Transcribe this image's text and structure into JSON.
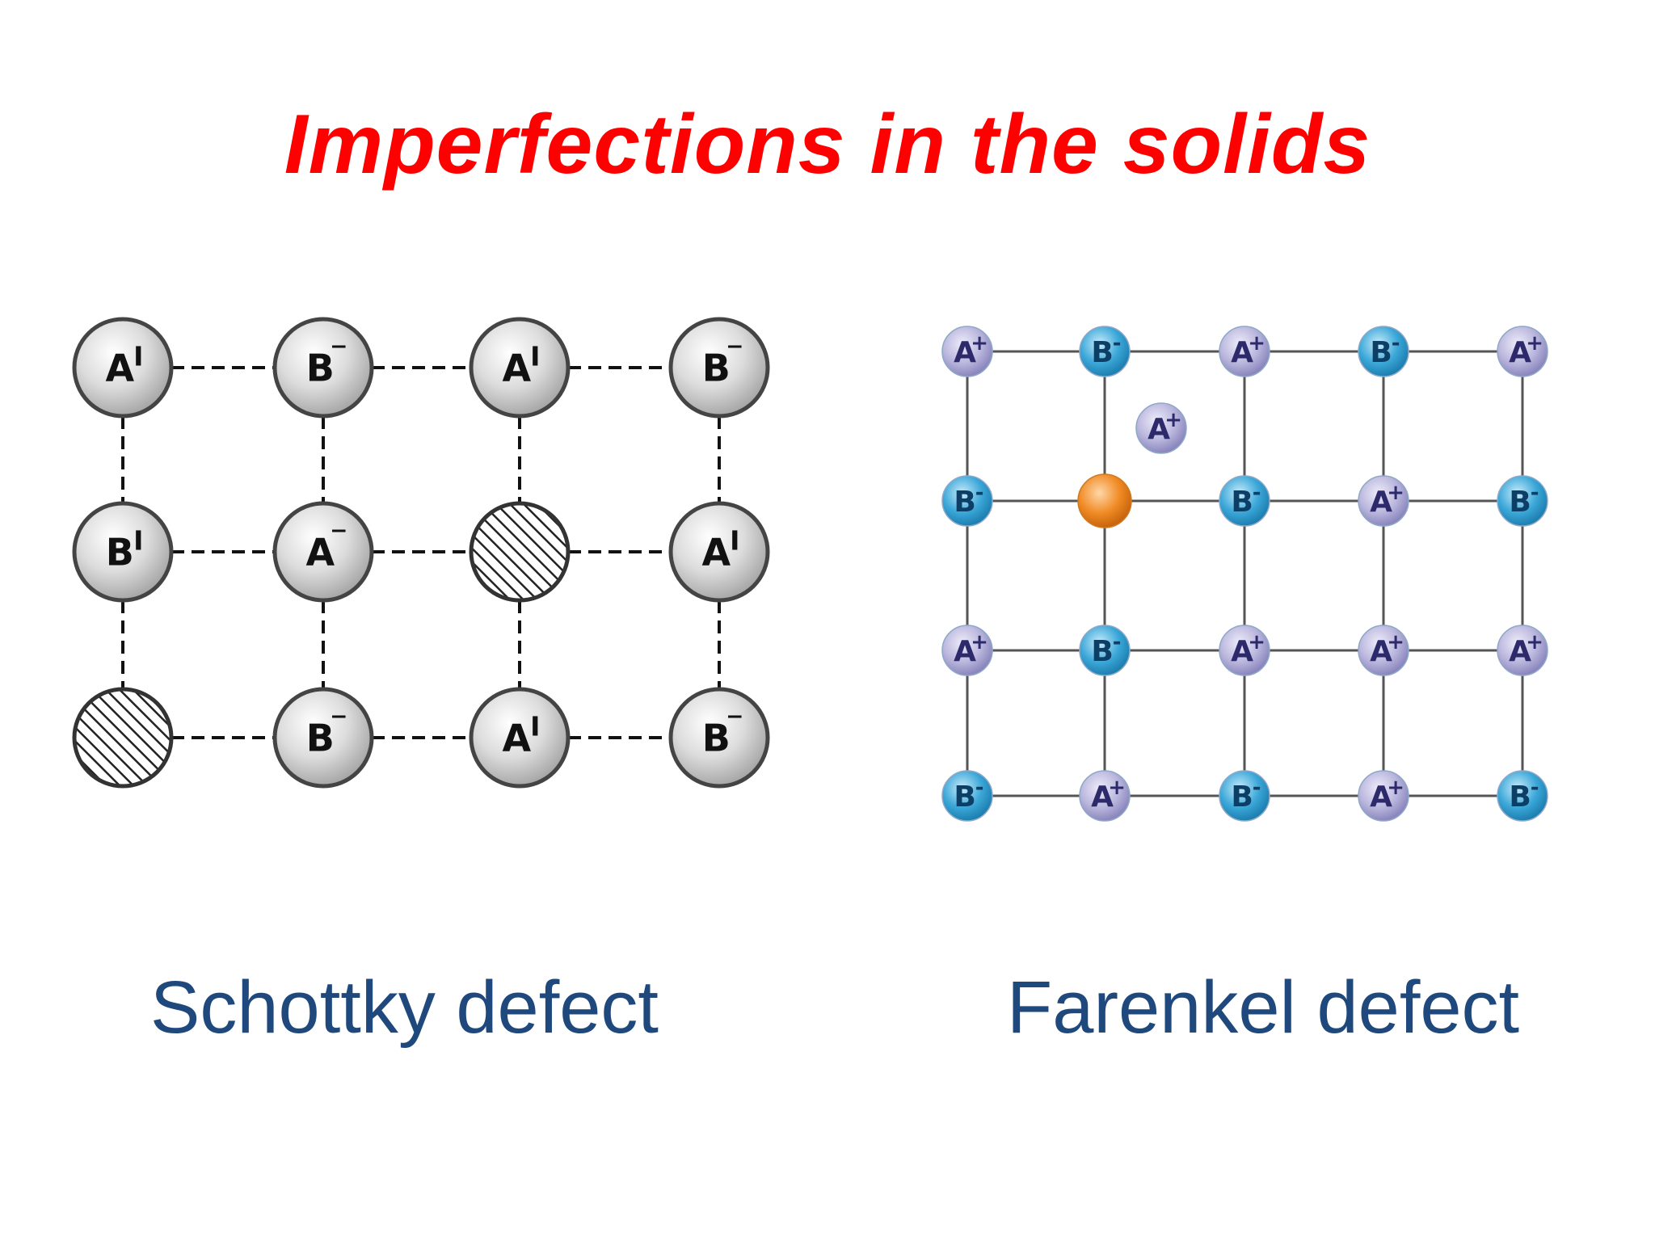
{
  "slide": {
    "title": "Imperfections in the solids"
  },
  "schottky": {
    "caption": "Schottky defect",
    "grid": [
      [
        {
          "type": "ion",
          "base": "A",
          "sup": "I"
        },
        {
          "type": "ion",
          "base": "B",
          "sup": "‾"
        },
        {
          "type": "ion",
          "base": "A",
          "sup": "I"
        },
        {
          "type": "ion",
          "base": "B",
          "sup": "‾"
        }
      ],
      [
        {
          "type": "ion",
          "base": "B",
          "sup": "I"
        },
        {
          "type": "ion",
          "base": "A",
          "sup": "‾"
        },
        {
          "type": "vacancy"
        },
        {
          "type": "ion",
          "base": "A",
          "sup": "I"
        }
      ],
      [
        {
          "type": "vacancy"
        },
        {
          "type": "ion",
          "base": "B",
          "sup": "‾"
        },
        {
          "type": "ion",
          "base": "A",
          "sup": "I"
        },
        {
          "type": "ion",
          "base": "B",
          "sup": "‾"
        }
      ]
    ]
  },
  "frenkel": {
    "caption": "Farenkel defect",
    "grid": [
      [
        {
          "type": "cation",
          "base": "A",
          "sup": "+"
        },
        {
          "type": "anion",
          "base": "B",
          "sup": "-"
        },
        {
          "type": "cation",
          "base": "A",
          "sup": "+"
        },
        {
          "type": "anion",
          "base": "B",
          "sup": "-"
        },
        {
          "type": "cation",
          "base": "A",
          "sup": "+"
        }
      ],
      [
        {
          "type": "anion",
          "base": "B",
          "sup": "-"
        },
        {
          "type": "vacancy"
        },
        {
          "type": "anion",
          "base": "B",
          "sup": "-"
        },
        {
          "type": "cation",
          "base": "A",
          "sup": "+"
        },
        {
          "type": "anion",
          "base": "B",
          "sup": "-"
        }
      ],
      [
        {
          "type": "cation",
          "base": "A",
          "sup": "+"
        },
        {
          "type": "anion",
          "base": "B",
          "sup": "-"
        },
        {
          "type": "cation",
          "base": "A",
          "sup": "+"
        },
        {
          "type": "cation",
          "base": "A",
          "sup": "+"
        },
        {
          "type": "cation",
          "base": "A",
          "sup": "+"
        }
      ],
      [
        {
          "type": "anion",
          "base": "B",
          "sup": "-"
        },
        {
          "type": "cation",
          "base": "A",
          "sup": "+"
        },
        {
          "type": "anion",
          "base": "B",
          "sup": "-"
        },
        {
          "type": "cation",
          "base": "A",
          "sup": "+"
        },
        {
          "type": "anion",
          "base": "B",
          "sup": "-"
        }
      ]
    ],
    "interstitial": {
      "type": "cation",
      "base": "A",
      "sup": "+"
    }
  },
  "colors": {
    "title": "#ff0000",
    "caption": "#1f497d",
    "schottky_ion": "#d9d9d9",
    "frenkel_cation": "#b9b6dd",
    "frenkel_anion": "#3ba7d8",
    "frenkel_vacancy": "#f08a24"
  }
}
